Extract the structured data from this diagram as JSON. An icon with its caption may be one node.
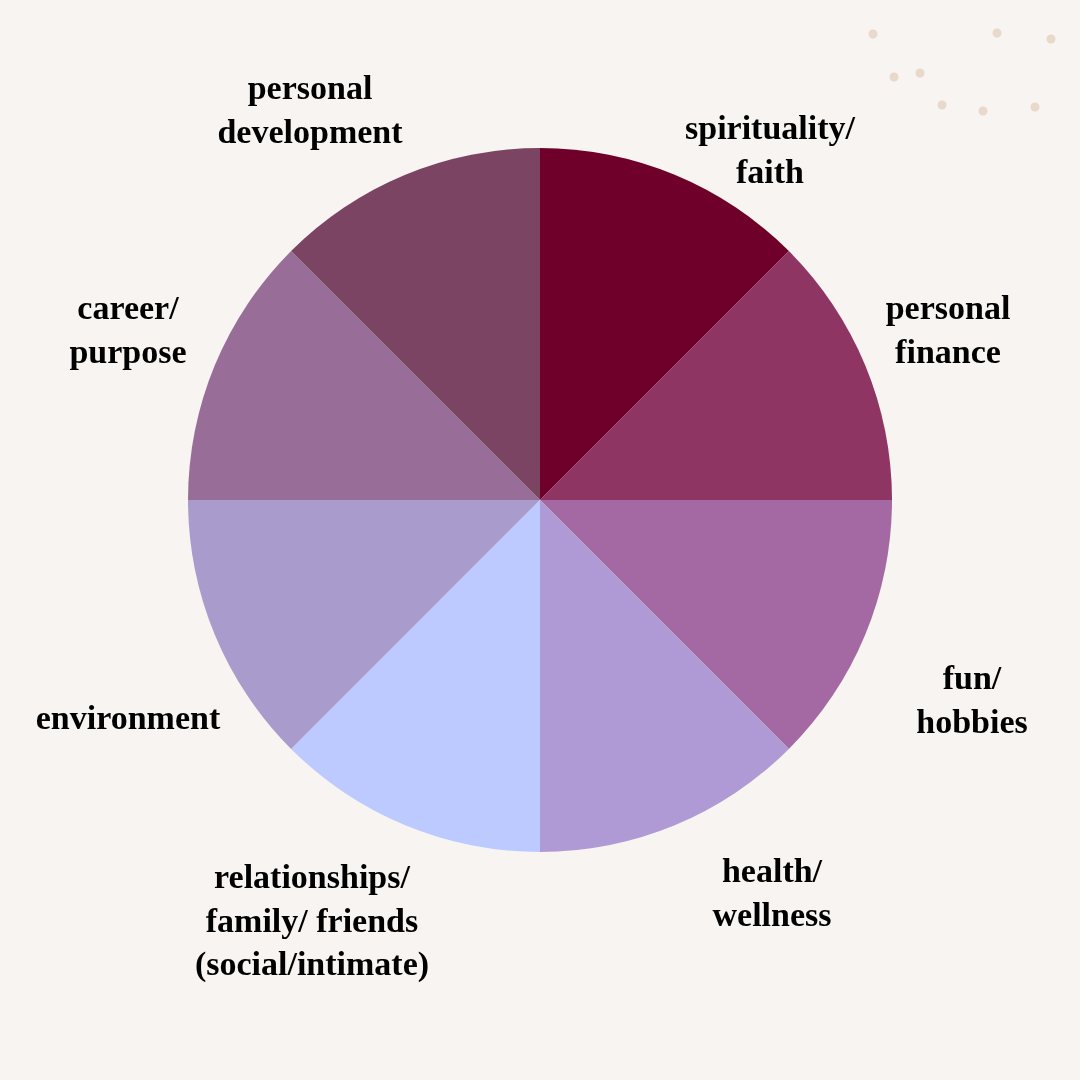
{
  "diagram": {
    "nodes": [
      {
        "text": [
          "spirituality/ faith"
        ]
      },
      {
        "text": [
          "personal finance"
        ]
      },
      {
        "text": [
          "fun/ hobbies"
        ]
      },
      {
        "text": [
          "health/ wellness"
        ]
      },
      {
        "text": [
          "relationships/ family/ friends (social/intimate)"
        ]
      },
      {
        "text": [
          "environment"
        ]
      },
      {
        "text": [
          "career/ purpose"
        ]
      },
      {
        "text": [
          "personal development"
        ]
      }
    ]
  }
}
